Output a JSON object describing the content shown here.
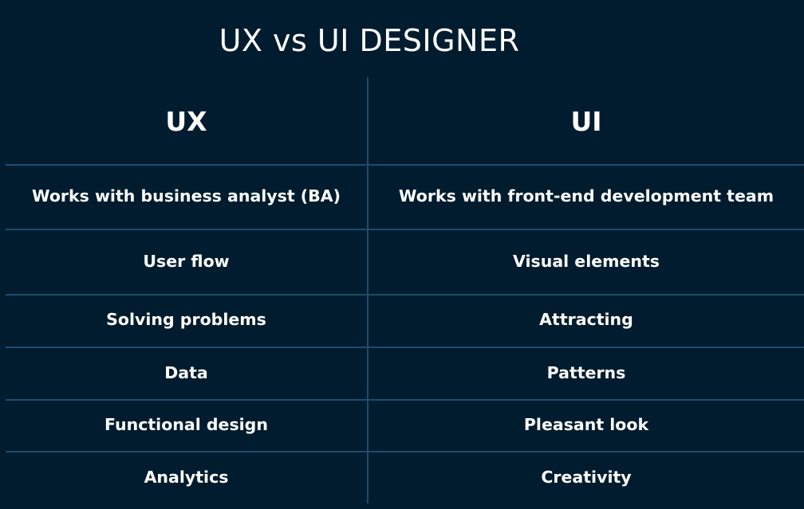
{
  "title": "UX vs UI DESIGNER",
  "colors": {
    "background": "#001c2e",
    "grid_line": "#1d4d70",
    "text": "#ffffff"
  },
  "table": {
    "headers": [
      "UX",
      "UI"
    ],
    "rows": [
      [
        "Works with business analyst (BA)",
        "Works with front-end development team"
      ],
      [
        "User flow",
        "Visual elements"
      ],
      [
        "Solving problems",
        "Attracting"
      ],
      [
        "Data",
        "Patterns"
      ],
      [
        "Functional design",
        "Pleasant look"
      ],
      [
        "Analytics",
        "Creativity"
      ]
    ]
  }
}
